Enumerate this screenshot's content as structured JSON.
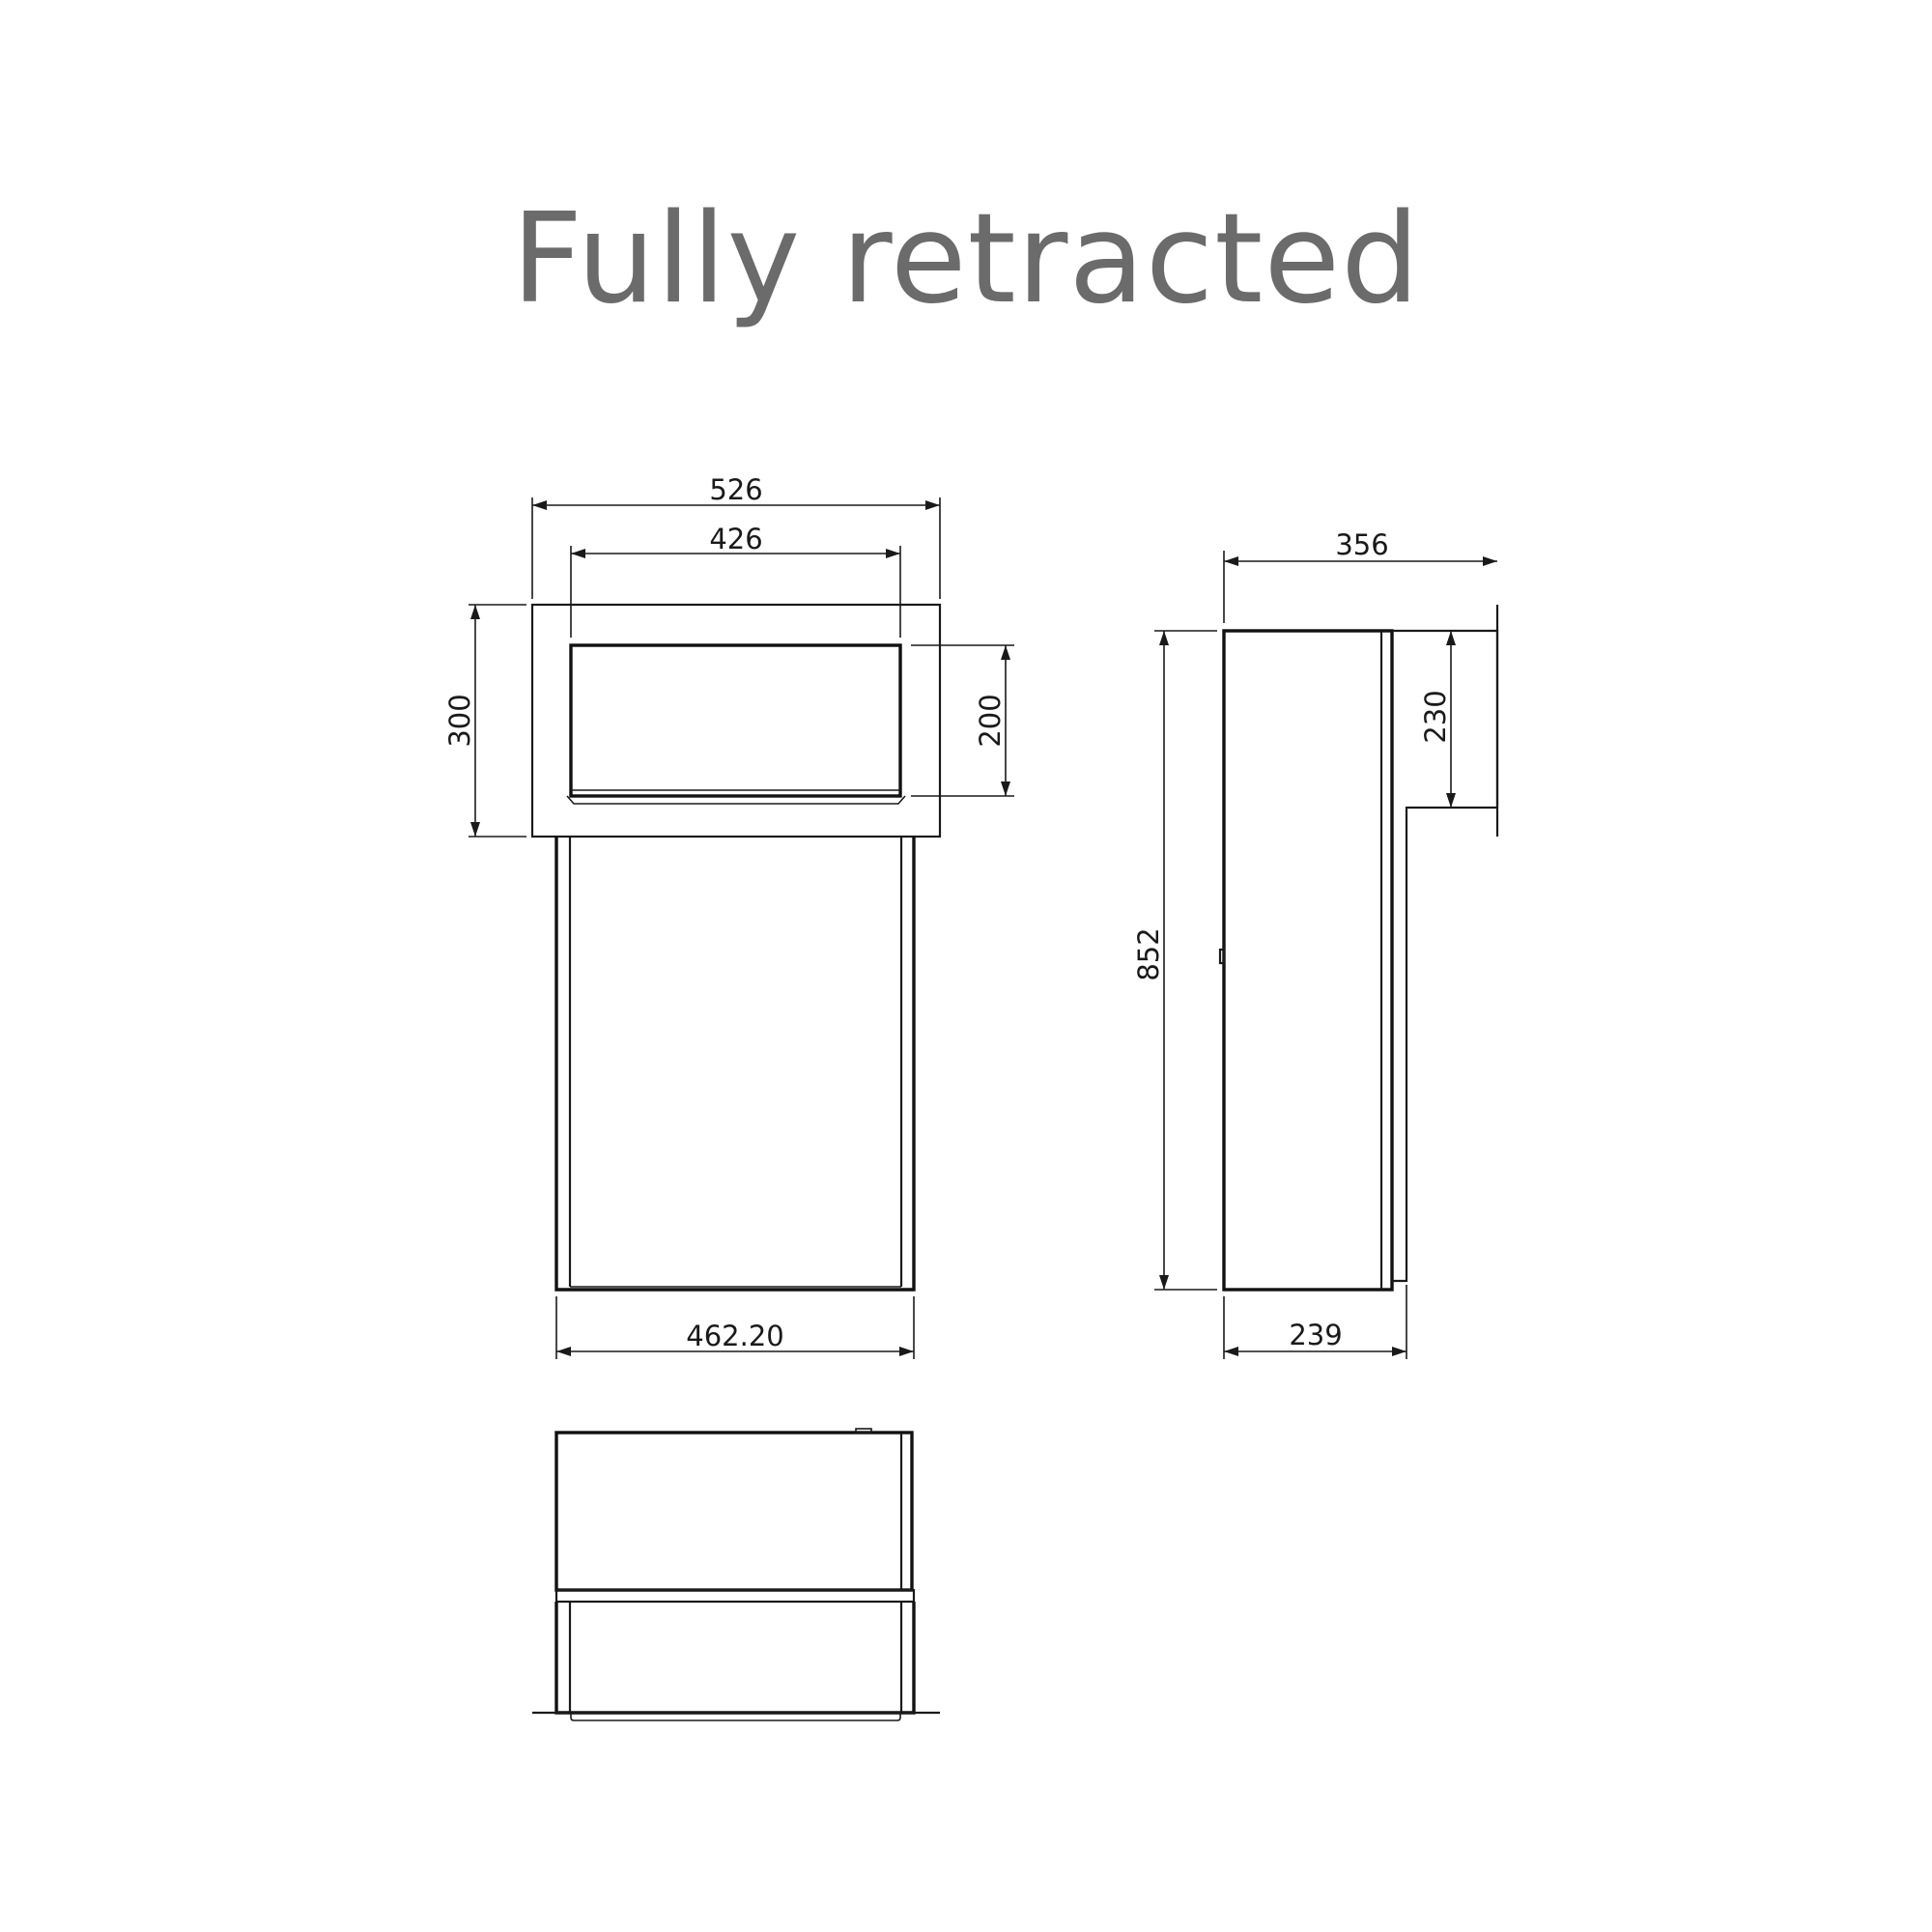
{
  "title": "Fully retracted",
  "front_view": {
    "dim_overall_width": "526",
    "dim_opening_width": "426",
    "dim_head_height": "300",
    "dim_opening_height": "200",
    "dim_body_width": "462.20"
  },
  "side_view": {
    "dim_overall_depth": "356",
    "dim_overall_height": "852",
    "dim_inlet_height": "230",
    "dim_body_depth": "239"
  }
}
